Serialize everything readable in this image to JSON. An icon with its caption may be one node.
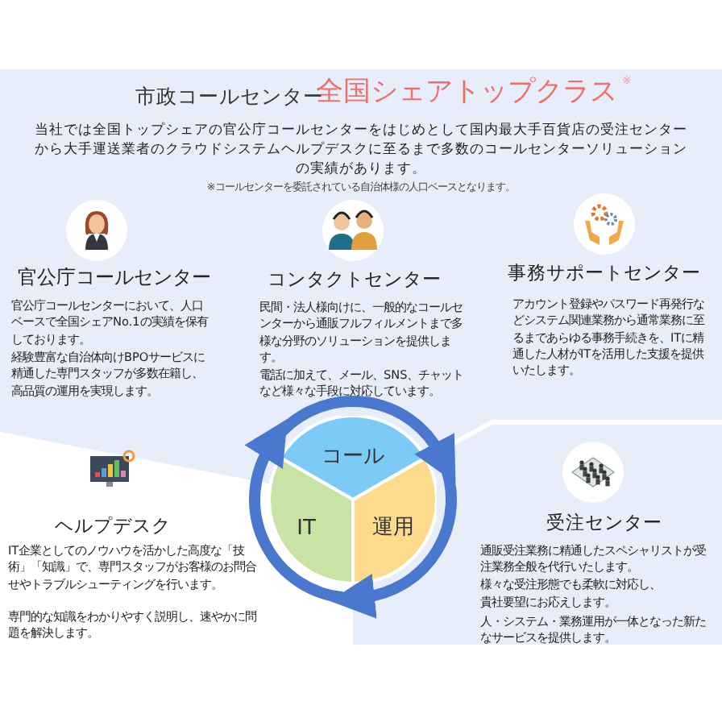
{
  "diagram": {
    "title": "市政コールセンター",
    "nodes": [
      {
        "text": [
          "コール"
        ]
      },
      {
        "text": [
          "IT"
        ]
      },
      {
        "text": [
          "運用"
        ]
      }
    ],
    "edges": [
      {
        "from": 0,
        "to": 2,
        "arrow": "to"
      },
      {
        "from": 2,
        "to": 1,
        "arrow": "to"
      },
      {
        "from": 1,
        "to": 0,
        "arrow": "to"
      }
    ],
    "labels": [
      "全国シェアトップクラス",
      "※",
      "当社では全国トップシェアの官公庁コールセンターをはじめとして国内最大手百貨店の受注センターから大手運送業者のクラウドシステムヘルプデスクに至るまで多数のコールセンターソリューションの実績があります。",
      "※コールセンターを委託されている自治体様の人口ベースとなります。",
      "官公庁コールセンター",
      "官公庁コールセンターにおいて、人口ベースで全国シェアNo.1の実績を保有しております。",
      "経験豊富な自治体向けBPOサービスに精通した専門スタッフが多数在籍し、高品質の運用を実現します。",
      "コンタクトセンター",
      "民間・法人様向けに、一般的なコールセンターから通販フルフィルメントまで多様な分野のソリューションを提供します。",
      "電話に加えて、メール、SNS、チャットなど様々な手段に対応しています。",
      "事務サポートセンター",
      "アカウント登録やパスワード再発行などシステム関連業務から通常業務に至るまであらゆる事務手続きを、ITに精通した人材がITを活用した支援を提供いたします。",
      "ヘルプデスク",
      "IT企業としてのノウハウを活かした高度な「技術」「知識」で、専門スタッフがお客様のお問合せやトラブルシューティングを行います。",
      "専門的な知識をわかりやすく説明し、速やかに問題を解決します。",
      "受注センター",
      "通販受注業務に精通したスペシャリストが受注業務全般を代行いたします。",
      "様々な受注形態でも柔軟に対応し、",
      "貴社要望にお応えします。",
      "人・システム・業務運用が一体となった新たなサービスを提供します。"
    ]
  }
}
